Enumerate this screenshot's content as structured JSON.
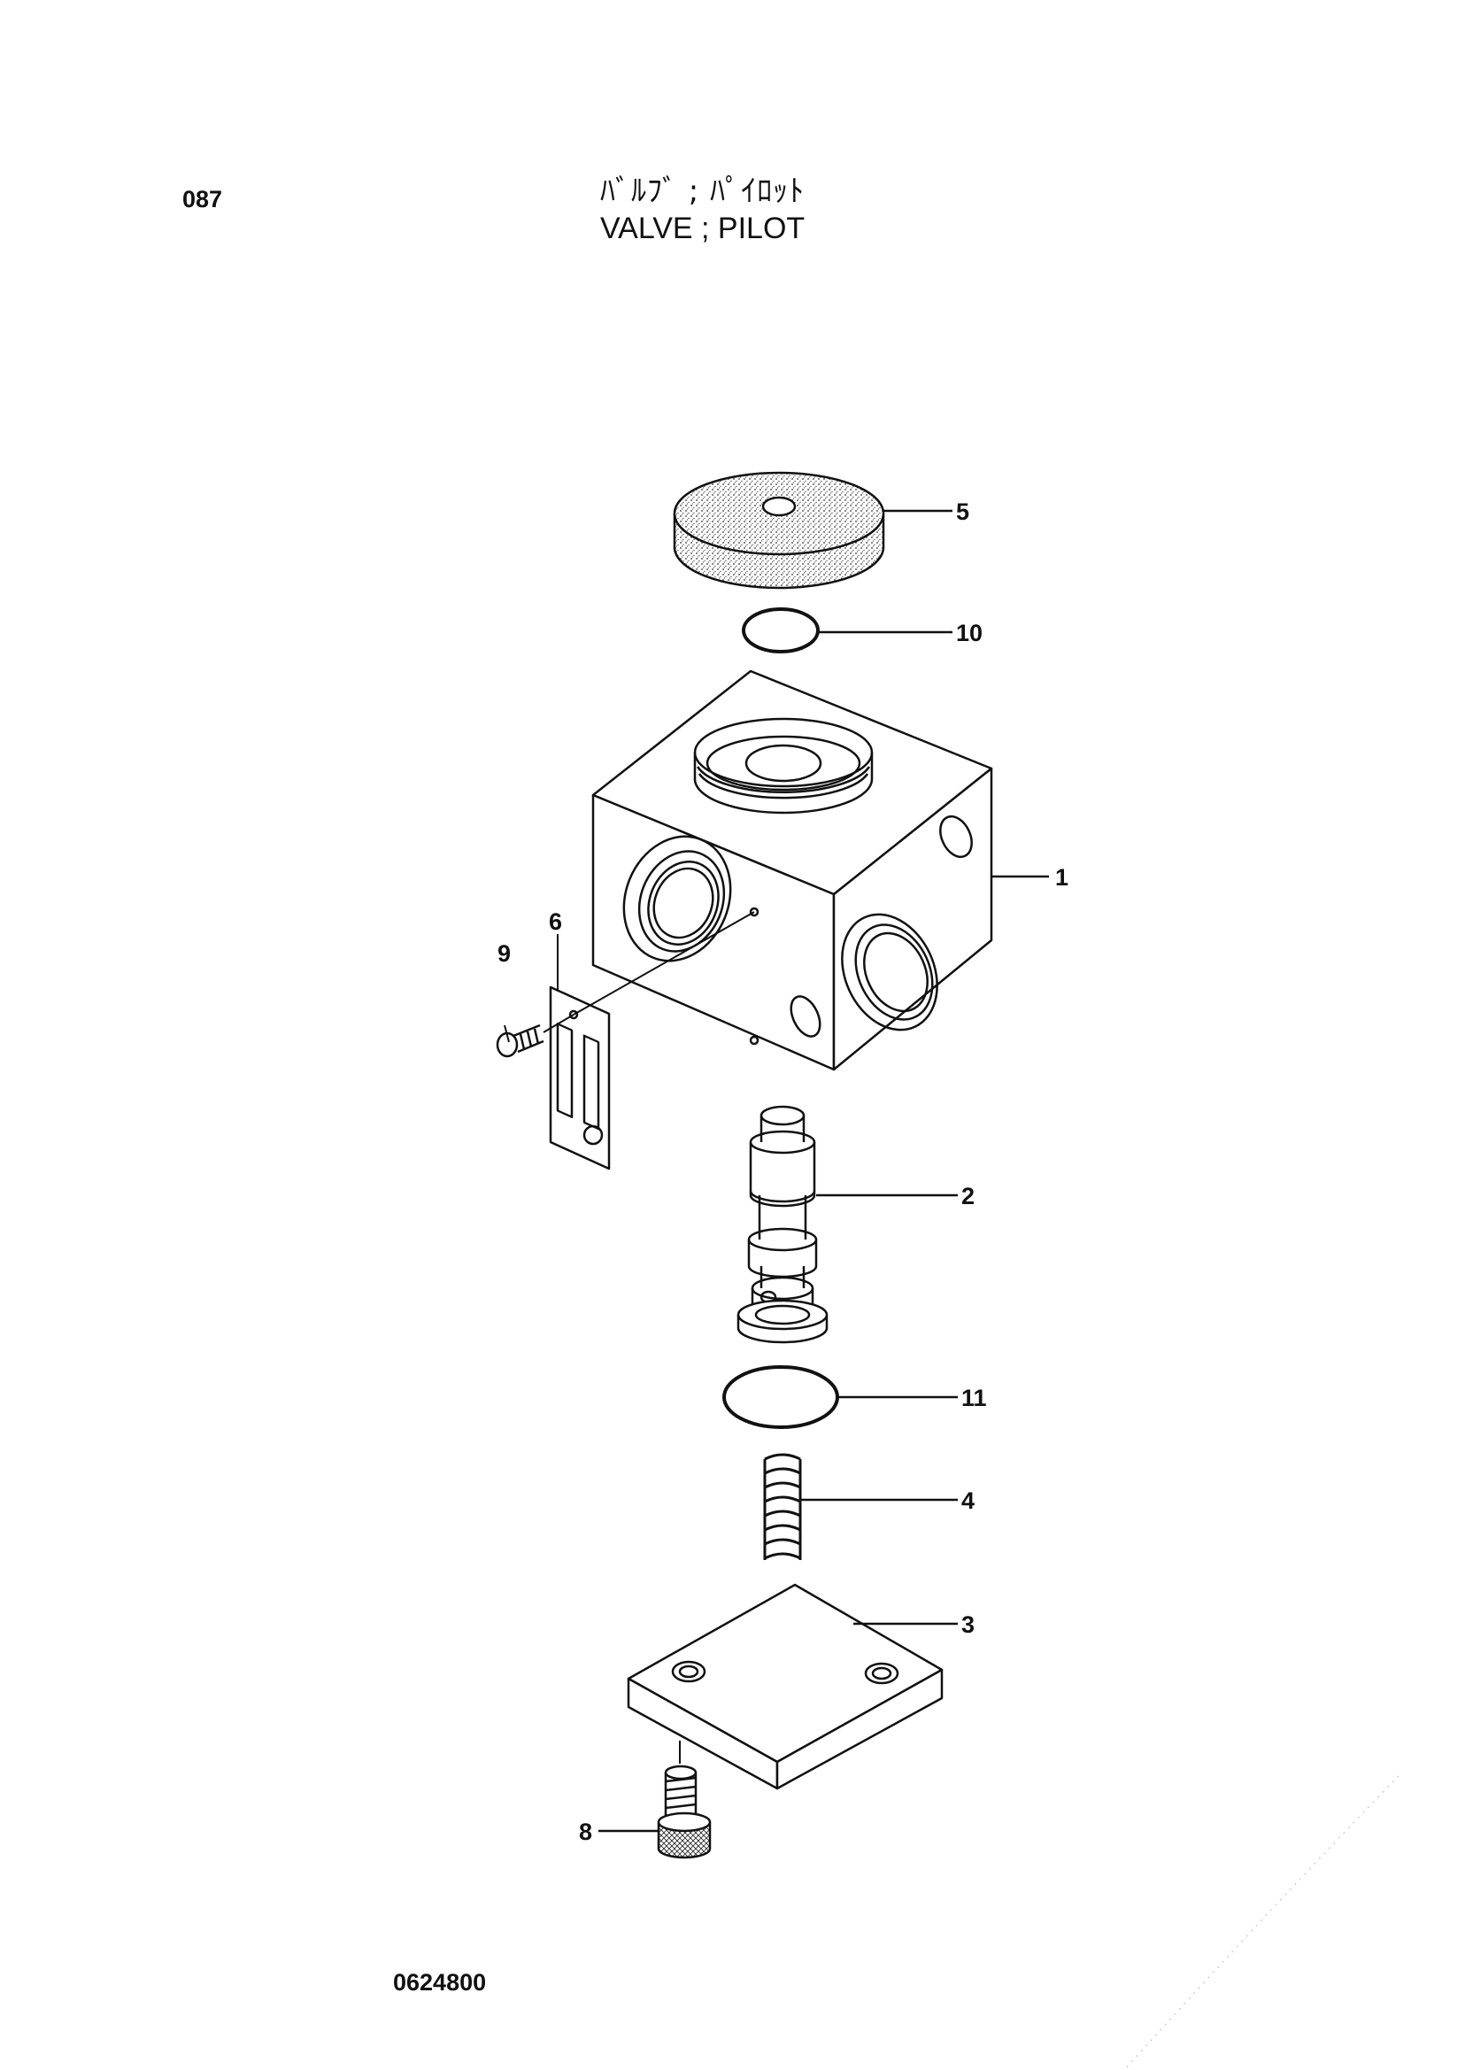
{
  "header": {
    "page_number": "087",
    "title_jp": "ﾊﾞﾙﾌﾞ ; ﾊﾟｲﾛｯﾄ",
    "title_en": "VALVE ; PILOT"
  },
  "callouts": {
    "c1": "1",
    "c2": "2",
    "c3": "3",
    "c4": "4",
    "c5": "5",
    "c6": "6",
    "c8": "8",
    "c9": "9",
    "c10": "10",
    "c11": "11"
  },
  "footer": {
    "drawing_number": "0624800"
  }
}
